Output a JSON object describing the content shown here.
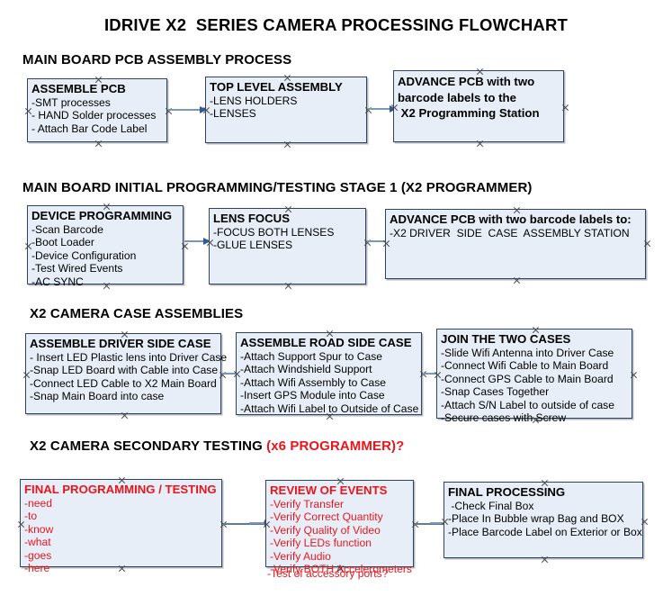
{
  "document": {
    "title": "IDRIVE X2  SERIES CAMERA PROCESSING FLOWCHART"
  },
  "colors": {
    "box_fill": "#e7eef8",
    "box_border": "#31445c",
    "arrow": "#2f5b9c",
    "red_text": "#e8161c",
    "black_text": "#000000"
  },
  "sections": [
    {
      "id": "main-board-pcb-assembly",
      "header": "MAIN BOARD PCB ASSEMBLY PROCESS",
      "boxes": [
        {
          "id": "assemble-pcb",
          "title": "ASSEMBLE PCB",
          "lines": [
            "-SMT processes",
            "- HAND Solder processes",
            "- Attach Bar Code Label"
          ],
          "color": "black"
        },
        {
          "id": "top-level-assembly",
          "title": "TOP LEVEL ASSEMBLY",
          "lines": [
            "-LENS HOLDERS",
            "-LENSES"
          ],
          "color": "black"
        },
        {
          "id": "advance-pcb-x2-programming-station",
          "title": "ADVANCE PCB with two\nbarcode labels to the\n X2 Programming Station",
          "lines": [],
          "color": "black"
        }
      ]
    },
    {
      "id": "main-board-initial-programming",
      "header": "MAIN BOARD INITIAL PROGRAMMING/TESTING STAGE 1 (X2 PROGRAMMER)",
      "boxes": [
        {
          "id": "device-programming",
          "title": "DEVICE PROGRAMMING",
          "lines": [
            "-Scan Barcode",
            "-Boot Loader",
            "-Device Configuration",
            "-Test Wired Events",
            "-AC SYNC"
          ],
          "color": "black"
        },
        {
          "id": "lens-focus",
          "title": "LENS FOCUS",
          "lines": [
            "-FOCUS BOTH LENSES",
            "-GLUE LENSES"
          ],
          "color": "black"
        },
        {
          "id": "advance-pcb-driver-side-case",
          "title": "ADVANCE PCB with two barcode labels to:",
          "lines": [
            "-X2 DRIVER  SIDE  CASE  ASSEMBLY STATION"
          ],
          "color": "black"
        }
      ]
    },
    {
      "id": "x2-camera-case-assemblies",
      "header": "X2 CAMERA CASE ASSEMBLIES",
      "boxes": [
        {
          "id": "assemble-driver-side-case",
          "title": "ASSEMBLE DRIVER SIDE CASE",
          "lines": [
            "- Insert LED Plastic lens into Driver Case",
            "-Snap LED Board with Cable into Case",
            "-Connect LED Cable to X2 Main Board",
            "-Snap Main Board into case"
          ],
          "color": "black"
        },
        {
          "id": "assemble-road-side-case",
          "title": "ASSEMBLE ROAD SIDE CASE",
          "lines": [
            "-Attach Support Spur to Case",
            "-Attach Windshield Support",
            "-Attach Wifi Assembly to Case",
            "-Insert GPS Module into Case",
            "-Attach Wifi Label to Outside of Case"
          ],
          "color": "black"
        },
        {
          "id": "join-the-two-cases",
          "title": "JOIN THE TWO CASES",
          "lines": [
            "-Slide Wifi Antenna into Driver Case",
            "-Connect Wifi Cable to Main Board",
            "-Connect GPS Cable to Main Board",
            "-Snap Cases Together",
            "-Attach S/N Label to outside of case",
            "-Secure cases with Screw"
          ],
          "color": "black"
        }
      ]
    },
    {
      "id": "x2-camera-secondary-testing",
      "header": "X2 CAMERA SECONDARY TESTING ",
      "header_note": "(x6 PROGRAMMER)?",
      "boxes": [
        {
          "id": "final-programming-testing",
          "title": "FINAL PROGRAMMING / TESTING",
          "lines": [
            "-need",
            "-to",
            "-know",
            "-what",
            "-goes",
            "-here"
          ],
          "color": "red"
        },
        {
          "id": "review-of-events",
          "title": "REVIEW OF EVENTS",
          "lines": [
            "-Verify Transfer",
            "-Verify Correct Quantity",
            "-Verify Quality of Video",
            "-Verify LEDs function",
            "-Verify Audio",
            "-Verify BOTH Accelerometers"
          ],
          "overflow_line": "-Test of accessory ports?",
          "color": "red"
        },
        {
          "id": "final-processing",
          "title": "FINAL PROCESSING",
          "lines": [
            " -Check Final Box",
            "-Place In Bubble wrap Bag and BOX",
            "-Place Barcode Label on Exterior or Box"
          ],
          "color": "black"
        }
      ]
    }
  ]
}
